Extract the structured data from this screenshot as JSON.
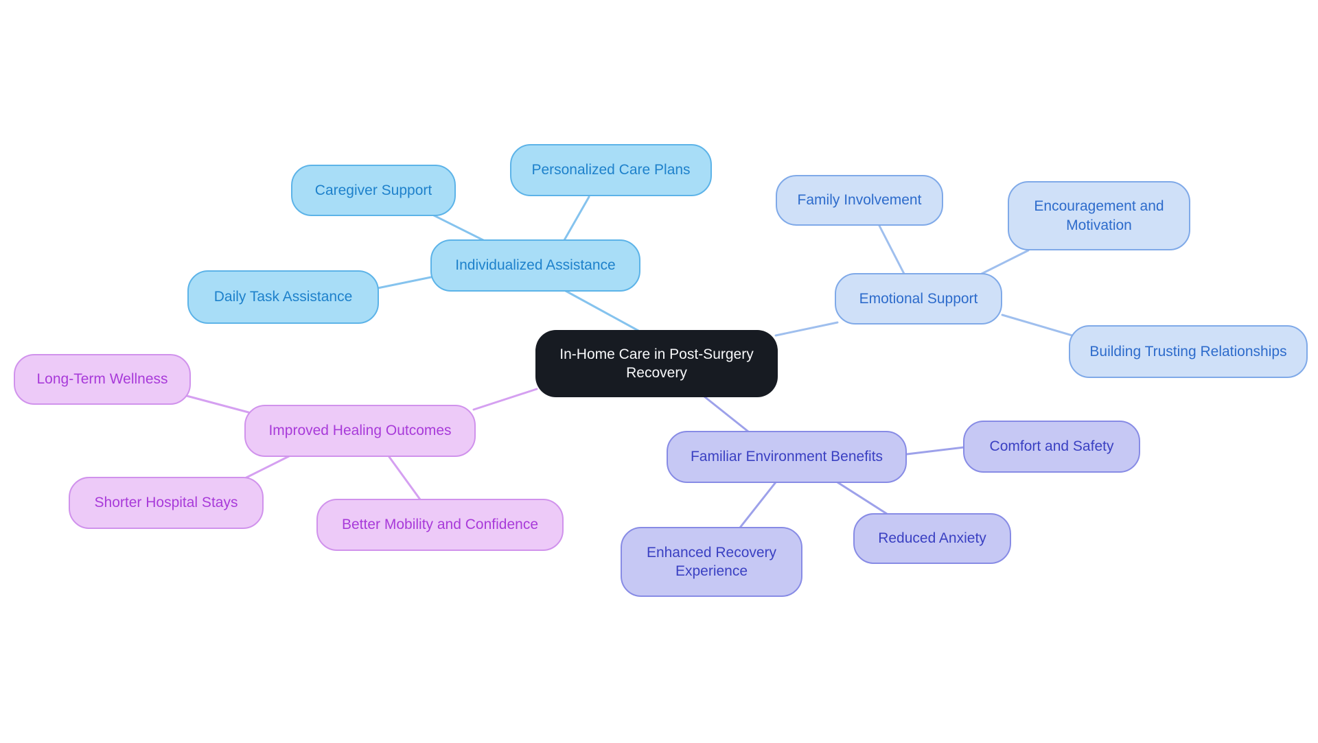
{
  "diagram": {
    "type": "mindmap",
    "background_color": "#FFFFFF",
    "root": {
      "label": "In-Home Care in Post-Surgery Recovery",
      "fill": "#171B22",
      "text_color": "#F8F9FB"
    },
    "branches": [
      {
        "name": "Individualized Assistance",
        "fill": "#A8DDF7",
        "border": "#5CB3E8",
        "text_color": "#1E81CB",
        "line_color": "#85C3EE",
        "children": [
          "Caregiver Support",
          "Personalized Care Plans",
          "Daily Task Assistance"
        ]
      },
      {
        "name": "Emotional Support",
        "fill": "#CFE0F8",
        "border": "#7FA9E8",
        "text_color": "#2D6BCB",
        "line_color": "#9FBFEE",
        "children": [
          "Family Involvement",
          "Encouragement and Motivation",
          "Building Trusting Relationships"
        ]
      },
      {
        "name": "Familiar Environment Benefits",
        "fill": "#C6C8F4",
        "border": "#878BE5",
        "text_color": "#3A40C2",
        "line_color": "#9DA1EA",
        "children": [
          "Comfort and Safety",
          "Reduced Anxiety",
          "Enhanced Recovery Experience"
        ]
      },
      {
        "name": "Improved Healing Outcomes",
        "fill": "#EDCAF8",
        "border": "#D092EC",
        "text_color": "#A83AD9",
        "line_color": "#D5A0F1",
        "children": [
          "Long-Term Wellness",
          "Shorter Hospital Stays",
          "Better Mobility and Confidence"
        ]
      }
    ]
  }
}
